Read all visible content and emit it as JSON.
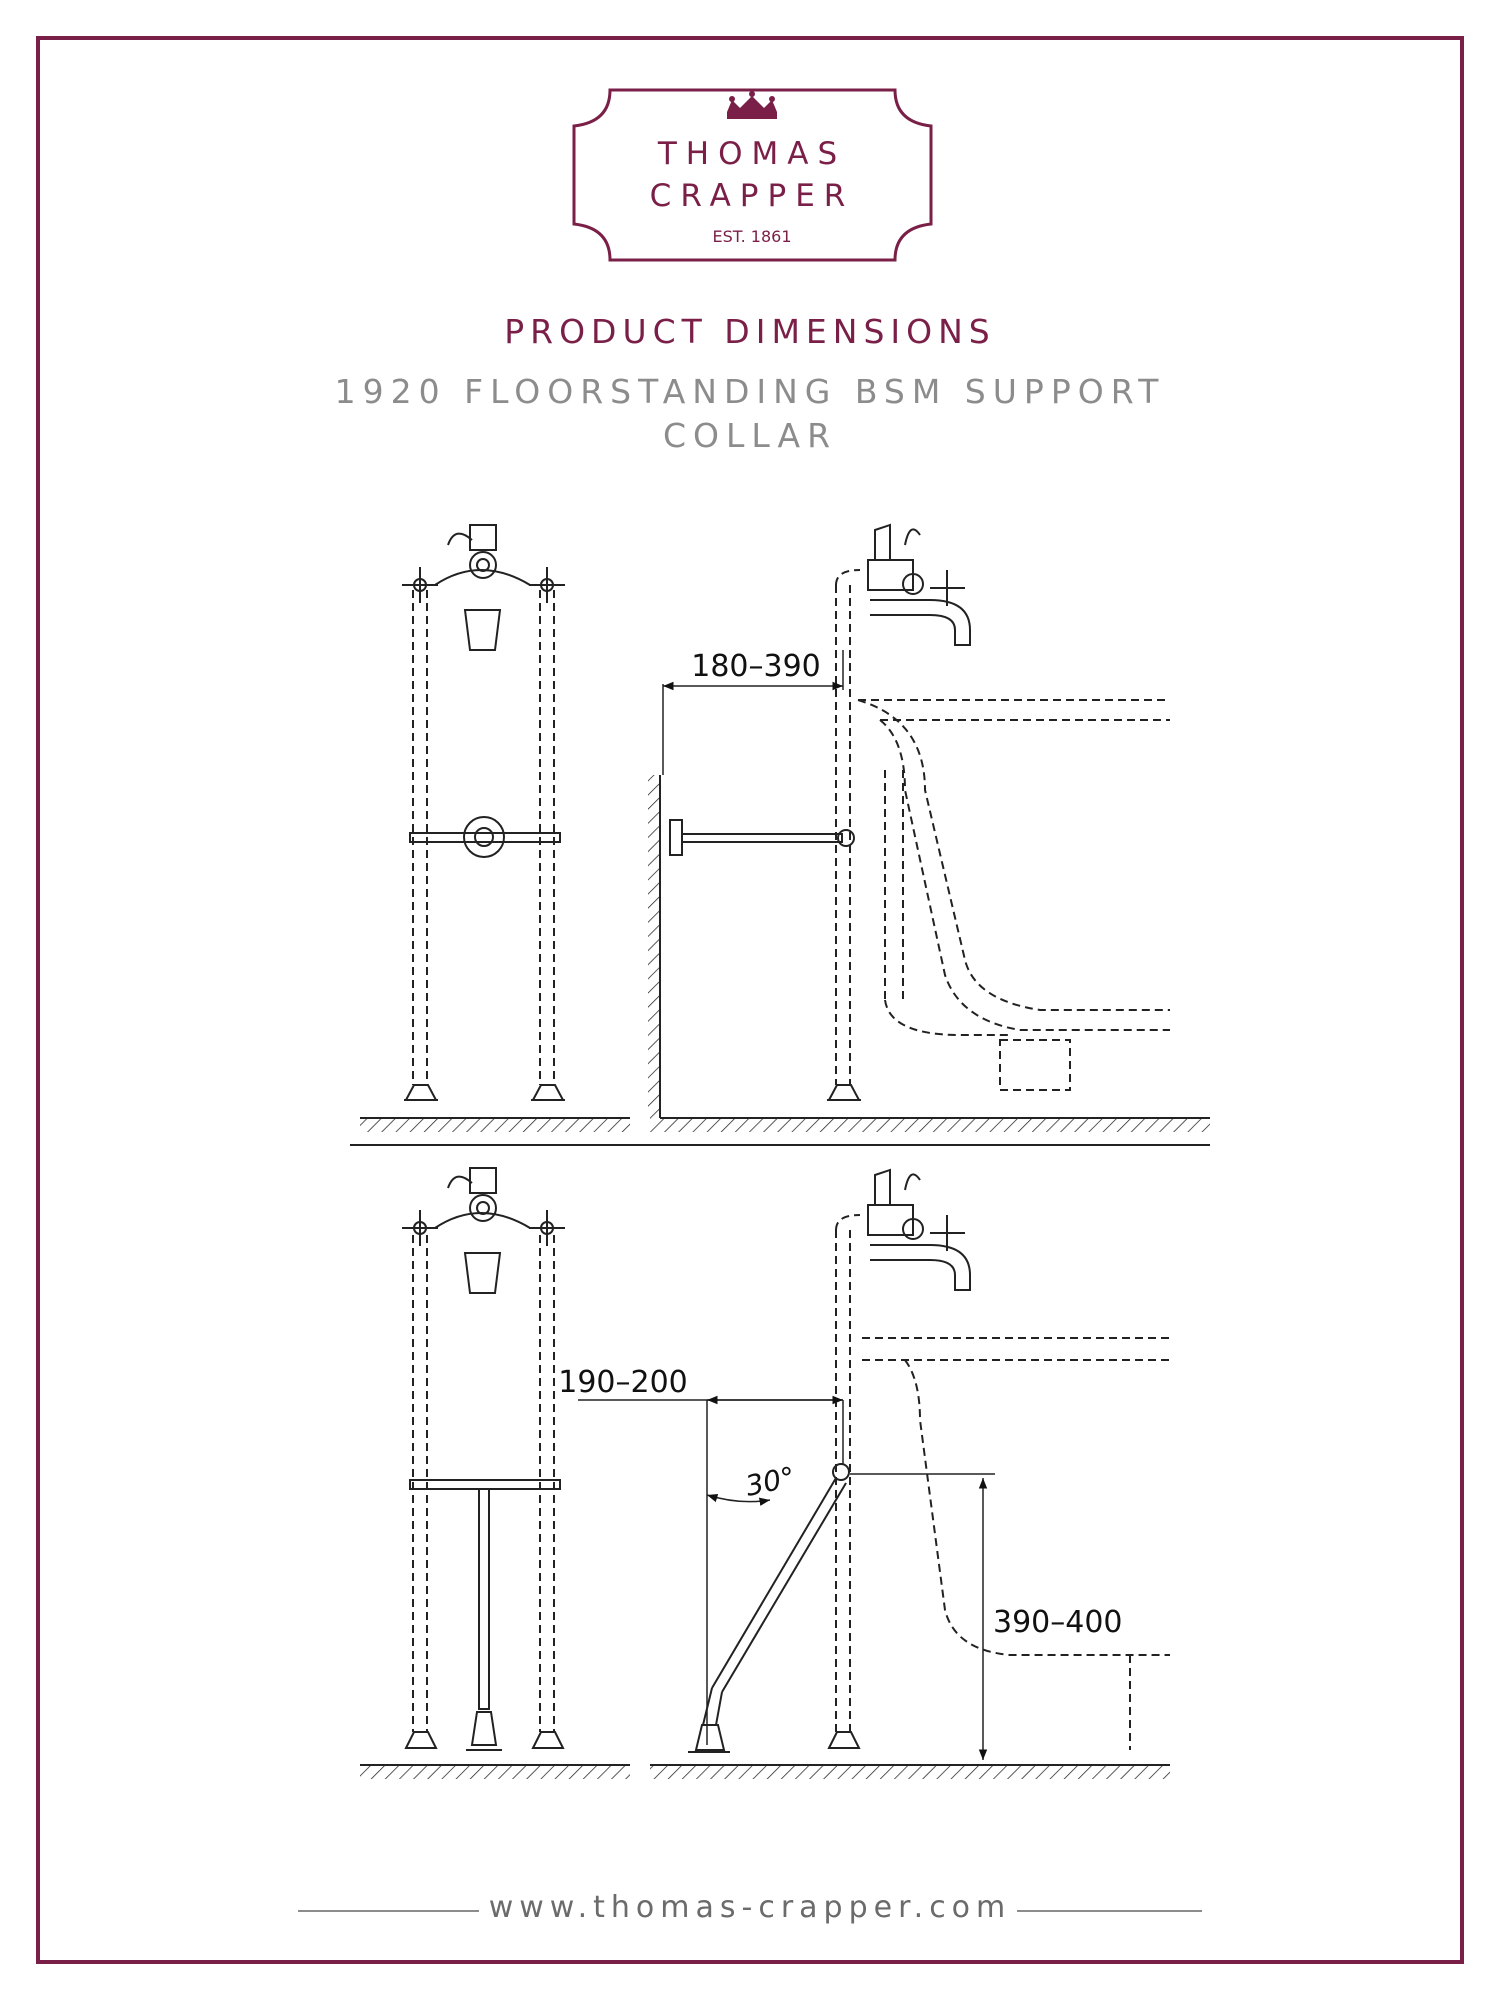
{
  "brand": {
    "name_line1": "THOMAS",
    "name_line2": "CRAPPER",
    "established": "EST. 1861",
    "color": "#7a1f47"
  },
  "heading": {
    "section": "PRODUCT DIMENSIONS",
    "product_line1": "1920 FLOORSTANDING BSM SUPPORT",
    "product_line2": "COLLAR"
  },
  "diagram": {
    "top_side_view": {
      "dimension_label": "180–390"
    },
    "bottom_side_view": {
      "horizontal_dimension_label": "190–200",
      "angle_label": "30°",
      "height_dimension_label": "390–400"
    }
  },
  "footer": {
    "website": "www.thomas-crapper.com"
  }
}
